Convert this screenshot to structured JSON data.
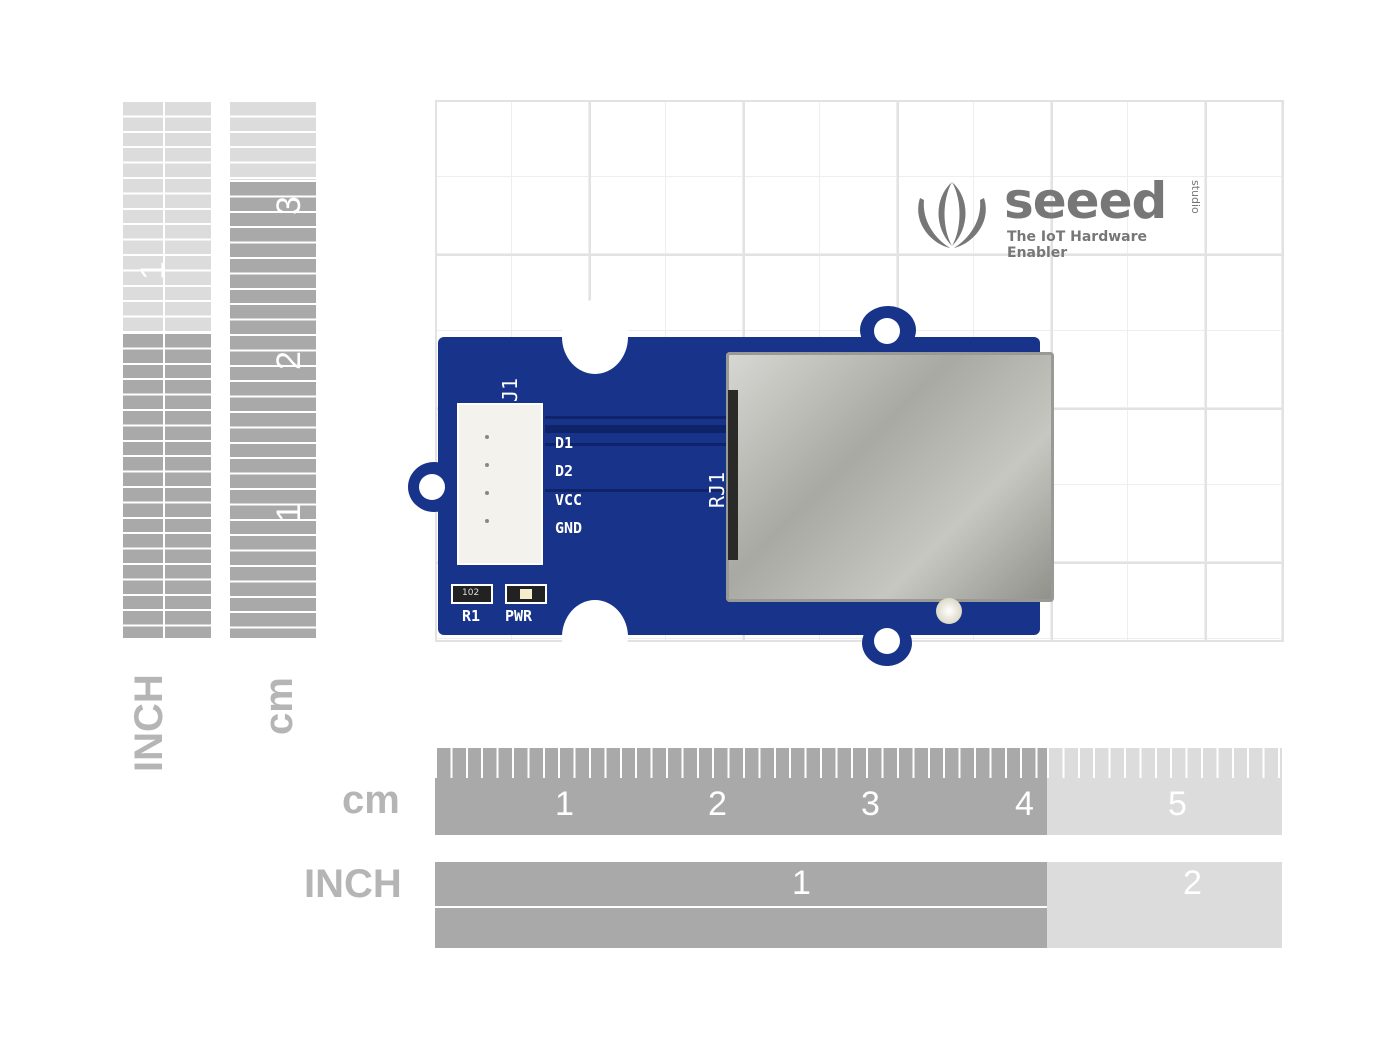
{
  "logo": {
    "brand": "seeed",
    "sub": "studio",
    "tagline": "The IoT Hardware Enabler"
  },
  "left_rulers": {
    "inch_label": "INCH",
    "inch_numbers": [
      "1"
    ],
    "cm_label": "cm",
    "cm_numbers": [
      "3",
      "2",
      "1"
    ]
  },
  "bottom_rulers": {
    "cm_label": "cm",
    "cm_numbers": [
      "1",
      "2",
      "3",
      "4",
      "5"
    ],
    "inch_label": "INCH",
    "inch_numbers": [
      "1",
      "2"
    ]
  },
  "pcb": {
    "connector_label": "J1",
    "pins": [
      "D1",
      "D2",
      "VCC",
      "GND"
    ],
    "jack_label": "RJ1",
    "resistor_label": "R1",
    "resistor_marking": "102",
    "led_label": "PWR",
    "board_color": "#17338a"
  }
}
